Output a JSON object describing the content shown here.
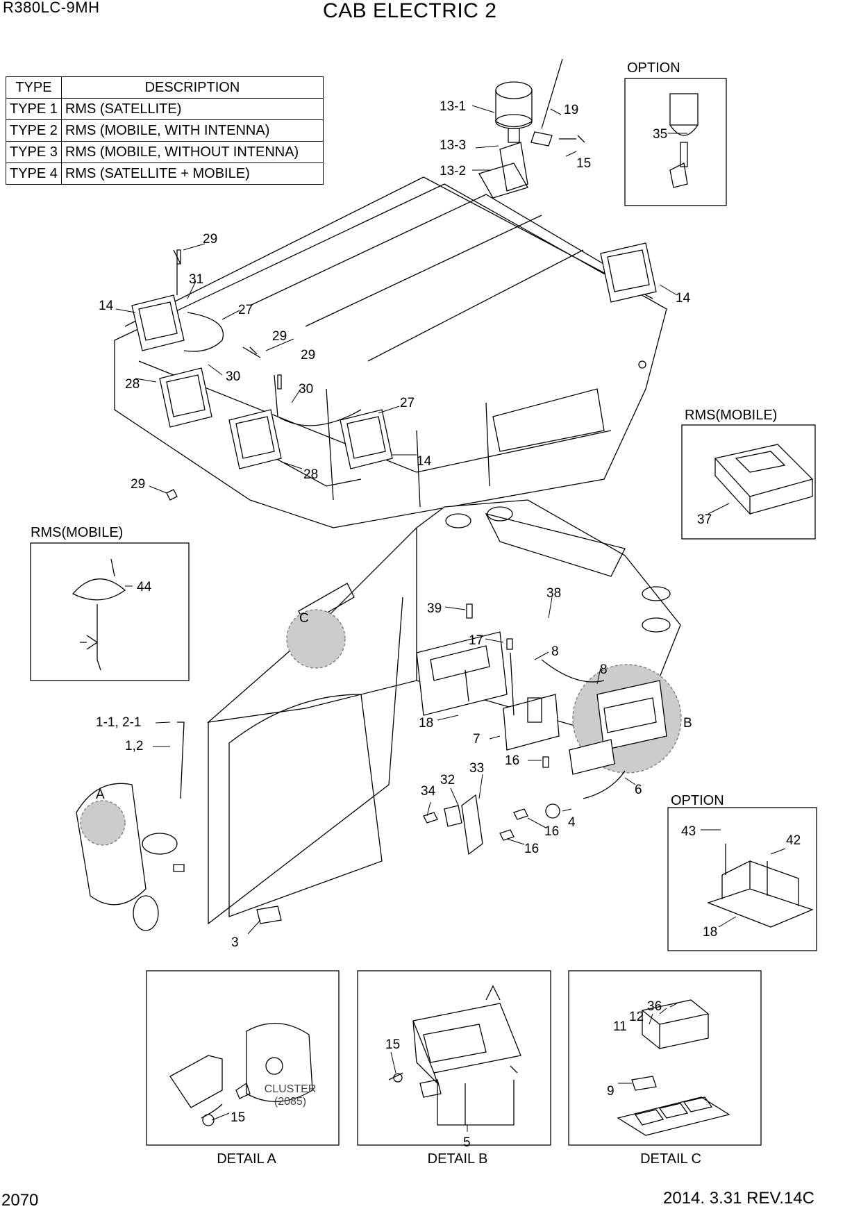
{
  "header": {
    "model": "R380LC-9MH",
    "title": "CAB ELECTRIC 2"
  },
  "footer": {
    "page_number": "2070",
    "date_rev": "2014. 3.31  REV.14C"
  },
  "type_table": {
    "columns": [
      "TYPE",
      "DESCRIPTION"
    ],
    "rows": [
      {
        "type": "TYPE 1",
        "description": "RMS (SATELLITE)"
      },
      {
        "type": "TYPE 2",
        "description": "RMS (MOBILE, WITH INTENNA)"
      },
      {
        "type": "TYPE 3",
        "description": "RMS (MOBILE, WITHOUT INTENNA)"
      },
      {
        "type": "TYPE 4",
        "description": "RMS (SATELLITE + MOBILE)"
      }
    ]
  },
  "inset_boxes": {
    "option_beacon": "OPTION",
    "rms_mobile_module": "RMS(MOBILE)",
    "rms_mobile_antenna": "RMS(MOBILE)",
    "option_bracket": "OPTION"
  },
  "detail_boxes": {
    "detail_a": "DETAIL A",
    "detail_b": "DETAIL B",
    "detail_c": "DETAIL C",
    "cluster_note": "CLUSTER",
    "cluster_ref": "(2085)"
  },
  "detail_markers": {
    "a": "A",
    "b": "B",
    "c": "C"
  },
  "callouts": {
    "p13_1": "13-1",
    "p13_2": "13-2",
    "p13_3": "13-3",
    "p19": "19",
    "p15_top": "15",
    "p35": "35",
    "p29_a": "29",
    "p29_b": "29",
    "p29_c": "29",
    "p29_d": "29",
    "p31": "31",
    "p14_a": "14",
    "p14_b": "14",
    "p14_c": "14",
    "p27_a": "27",
    "p27_b": "27",
    "p28_a": "28",
    "p28_b": "28",
    "p30_a": "30",
    "p30_b": "30",
    "p37": "37",
    "p44": "44",
    "p39": "39",
    "p38": "38",
    "p17": "17",
    "p8_a": "8",
    "p8_b": "8",
    "p18_main": "18",
    "p7": "7",
    "p1_1": "1-1, 2-1",
    "p1_2": "1,2",
    "p16_a": "16",
    "p16_b": "16",
    "p16_c": "16",
    "p6": "6",
    "p4": "4",
    "p32": "32",
    "p33": "33",
    "p34": "34",
    "p3": "3",
    "p43": "43",
    "p42": "42",
    "p18_opt": "18",
    "p15_da": "15",
    "p15_db": "15",
    "p5": "5",
    "p11": "11",
    "p12": "12",
    "p36": "36",
    "p9": "9"
  }
}
